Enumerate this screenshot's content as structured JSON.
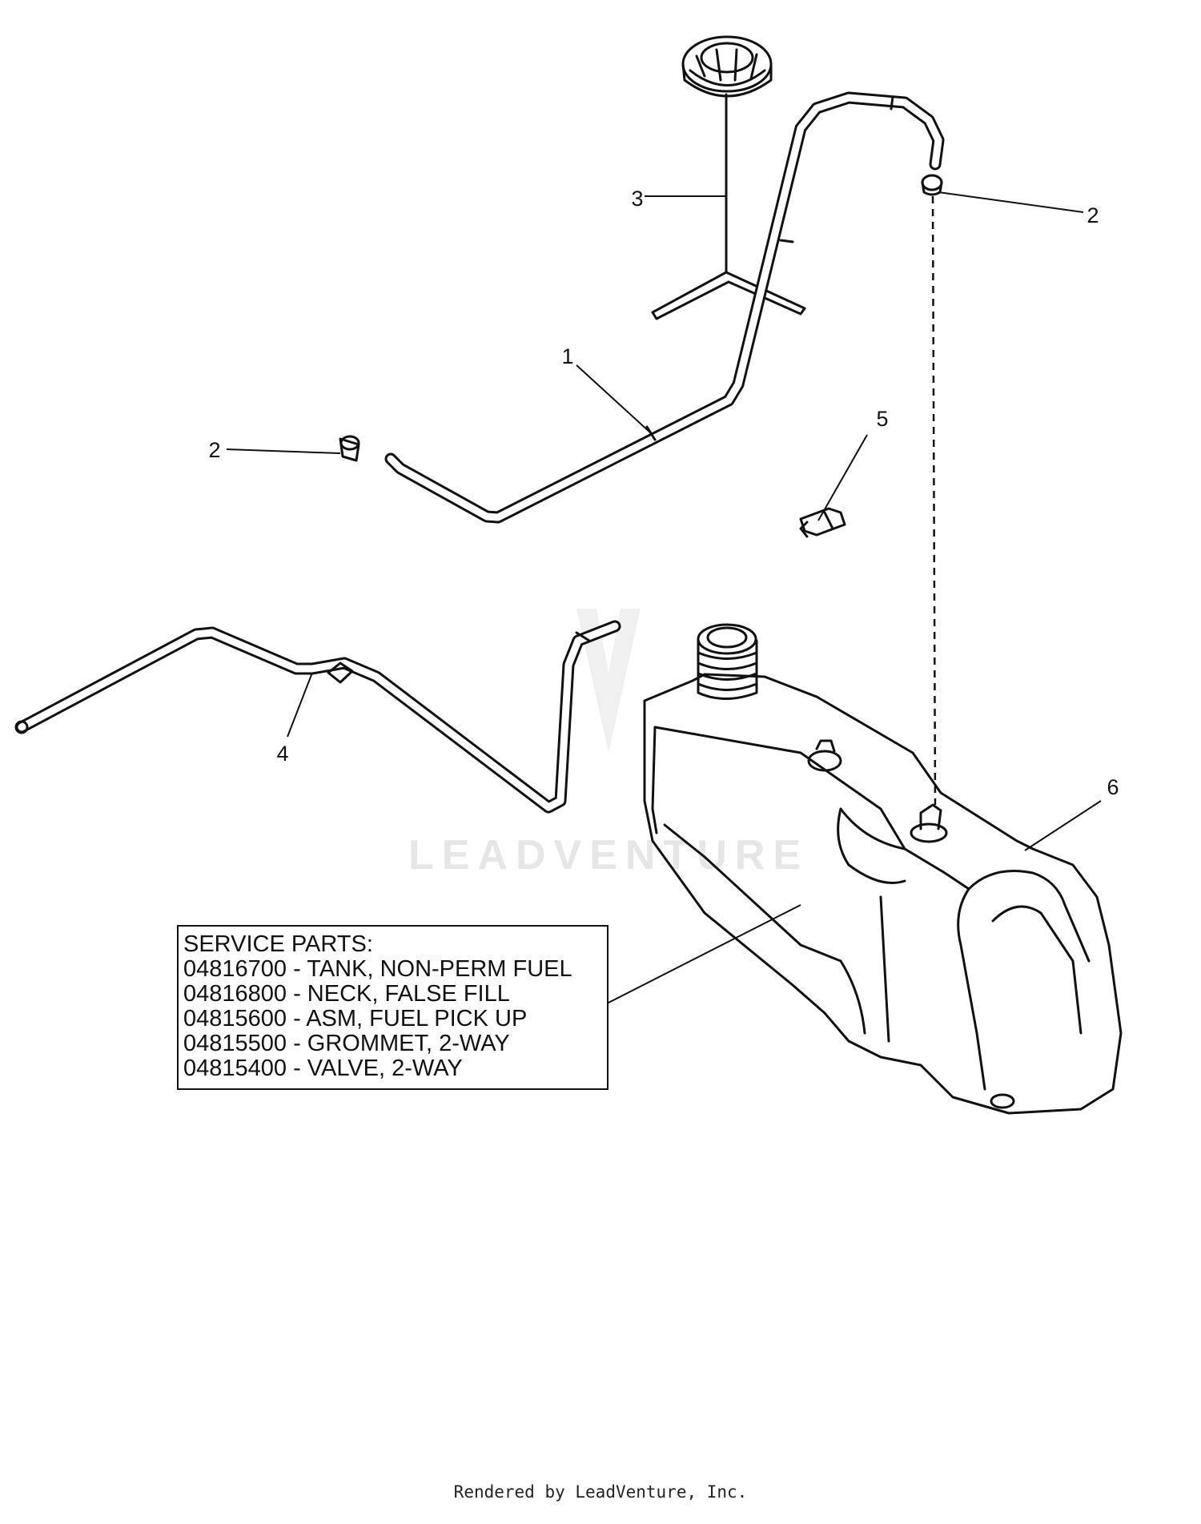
{
  "callouts": [
    {
      "id": "c1",
      "label": "1"
    },
    {
      "id": "c2a",
      "label": "2"
    },
    {
      "id": "c2b",
      "label": "2"
    },
    {
      "id": "c3",
      "label": "3"
    },
    {
      "id": "c4",
      "label": "4"
    },
    {
      "id": "c5",
      "label": "5"
    },
    {
      "id": "c6",
      "label": "6"
    }
  ],
  "service_parts": {
    "title": "SERVICE PARTS:",
    "lines": [
      "04816700 - TANK, NON-PERM FUEL",
      "04816800 - NECK, FALSE FILL",
      "04815600 - ASM, FUEL PICK UP",
      "04815500 - GROMMET, 2-WAY",
      "04815400 - VALVE, 2-WAY"
    ]
  },
  "watermark": "LEADVENTURE",
  "footer": "Rendered by LeadVenture, Inc.",
  "colors": {
    "line": "#111111",
    "background": "#ffffff",
    "watermark": "#e6e6e6"
  }
}
